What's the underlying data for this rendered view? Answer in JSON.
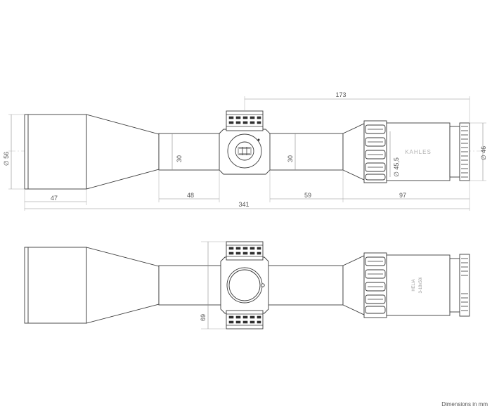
{
  "dimensions": {
    "top_overall_from_saddle": "173",
    "objective_diameter": "∅ 56",
    "objective_length": "47",
    "tube_diameter_front": "30",
    "tube_diameter_rear": "30",
    "front_tube_length": "48",
    "rear_tube_length": "59",
    "eyepiece_length": "97",
    "overall_length": "341",
    "ring_diameter": "∅ 45,5",
    "ocular_diameter": "∅ 46",
    "turret_height": "69"
  },
  "labels": {
    "brand_top": "KAHLES",
    "brand_bottom_line1": "HELIA",
    "brand_bottom_line2": "3-18x50i",
    "footer_note": "Dimensions in mm"
  }
}
